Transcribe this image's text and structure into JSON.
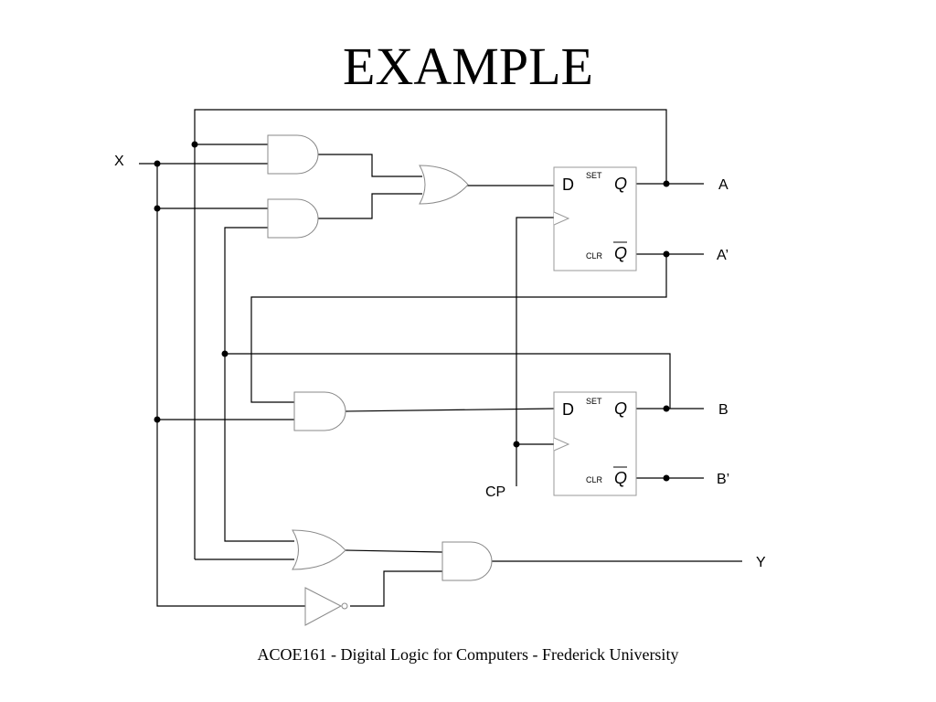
{
  "title": "EXAMPLE",
  "footer": "ACOE161 - Digital Logic for Computers - Frederick University",
  "labels": {
    "input_x": "X",
    "output_a": "A",
    "output_a_not": "A’",
    "output_b": "B",
    "output_b_not": "B’",
    "clock": "CP",
    "output_y": "Y"
  },
  "flipflop_a": {
    "d": "D",
    "set": "SET",
    "clr": "CLR",
    "q": "Q",
    "q_bar": "Q"
  },
  "flipflop_b": {
    "d": "D",
    "set": "SET",
    "clr": "CLR",
    "q": "Q",
    "q_bar": "Q"
  }
}
